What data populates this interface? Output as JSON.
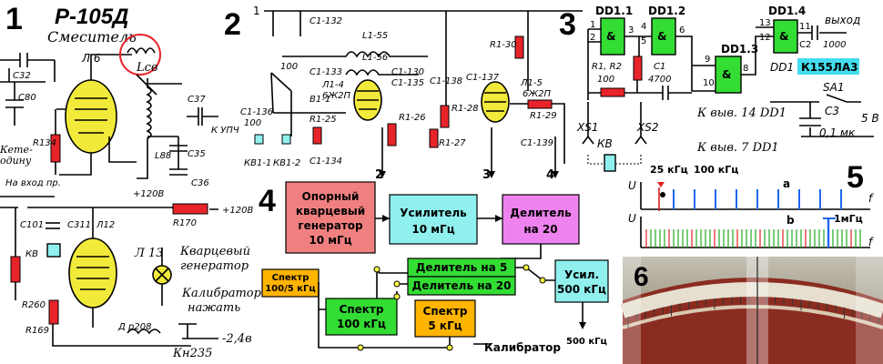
{
  "panel_numbers": [
    "1",
    "2",
    "3",
    "4",
    "5",
    "6"
  ],
  "p1": {
    "title": "Р-105Д",
    "subtitle": "Смеситель",
    "labels": {
      "c32": "C32",
      "c80": "C80",
      "l6": "Л 6",
      "r134": "R134",
      "ketegodinu": "Кете-\nодину",
      "lsb": "Lсв",
      "c37": "C37",
      "kupch": "К УПЧ",
      "l88": "L88",
      "c35": "C35",
      "c36": "C36",
      "v120": "+120В",
      "navhod": "На вход пр.",
      "r170": "R170",
      "v120b": "+120В",
      "c101": "C101",
      "c311": "C311",
      "l12": "Л12",
      "kv": "КВ",
      "r260": "R260",
      "r169": "R169",
      "l13": "Л 13",
      "kvartsgen1": "Кварцевый",
      "kvartsgen2": "генератор",
      "calib1": "Калибратор",
      "calib2": "нажать",
      "dr208": "Д р208",
      "kn235": "Кн235",
      "v24": "-2,4в"
    }
  },
  "p2": {
    "labels": {
      "t1": "1",
      "t2": "2",
      "t3": "3",
      "t4": "4",
      "c132": "C1-132",
      "l155": "L1-55",
      "l156": "L1-56",
      "c1100": "100",
      "c133": "C1-133",
      "v11": "B1-1",
      "l14": "Л1-4",
      "l14b": "6Ж2П",
      "c130": "C1-130",
      "c135": "C1-135",
      "r130": "R1-30",
      "c138": "C1-138",
      "c137": "C1-137",
      "l15": "Л1-5",
      "l15b": "6Ж2П",
      "c136": "C1-136",
      "v100": "100",
      "r125": "R1-25",
      "r126": "R1-26",
      "r128": "R1-28",
      "r127": "R1-27",
      "r129": "R1-29",
      "c134": "C1-134",
      "c139": "C1-139",
      "kv11": "КВ1-1",
      "kv12": "КВ1-2"
    }
  },
  "p3": {
    "dd11": "DD1.1",
    "dd12": "DD1.2",
    "dd13": "DD1.3",
    "dd14": "DD1.4",
    "amp": "&",
    "pins": {
      "p1": "1",
      "p2": "2",
      "p3": "3",
      "p4": "4",
      "p5": "5",
      "p6": "6",
      "p8": "8",
      "p9": "9",
      "p10": "10",
      "p11": "11",
      "p12": "12",
      "p13": "13"
    },
    "vyhod": "выход",
    "c2": "C2",
    "c2v": "1000",
    "dd1": "DD1",
    "chip": "К155ЛА3",
    "r12": "R1, R2",
    "r12v": "100",
    "c1": "C1",
    "c1v": "4700",
    "sa1": "SA1",
    "c3": "C3",
    "c3v": "0,1 мк",
    "v5": "5 В",
    "pin14": "К выв. 14 DD1",
    "pin7": "К выв. 7 DD1",
    "xs1": "XS1",
    "xs2": "XS2",
    "kv": "КВ"
  },
  "p4": {
    "osc": [
      "Опорный",
      "кварцевый",
      "генератор",
      "10 мГц"
    ],
    "amp1": [
      "Усилитель",
      "10 мГц"
    ],
    "div20": [
      "Делитель",
      "на 20"
    ],
    "div5": "Делитель на 5",
    "div20b": "Делитель на 20",
    "amp2": [
      "Усил.",
      "500 кГц"
    ],
    "spec100": [
      "Спектр",
      "100 кГц"
    ],
    "spec5": [
      "Спектр",
      "5 кГц"
    ],
    "spec1005": [
      "Спектр",
      "100/5 кГц"
    ],
    "out500": "500 кГц",
    "calib": "Калибратор",
    "colors": {
      "osc": "#f08080",
      "amp": "#8ff0ee",
      "div": "#ee82ee",
      "green": "#22dd22",
      "orange": "#ffb400",
      "yellow": "#ffff44"
    }
  },
  "p5": {
    "axis_u": "U",
    "axis_f": "f",
    "f25": "25 кГц",
    "f100": "100 кГц",
    "a": "a",
    "b": "b",
    "f1m": "1мГц",
    "colors": {
      "blue": "#2266ee",
      "red": "#dd2020",
      "green": "#22aa22"
    }
  },
  "p6": {}
}
